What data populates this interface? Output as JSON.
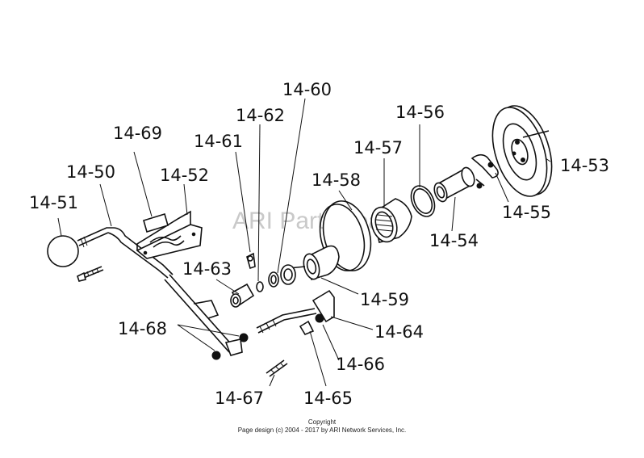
{
  "labels": {
    "p1453": "14-53",
    "p1454": "14-54",
    "p1455": "14-55",
    "p1456": "14-56",
    "p1457": "14-57",
    "p1458": "14-58",
    "p1459": "14-59",
    "p1460": "14-60",
    "p1461": "14-61",
    "p1462": "14-62",
    "p1463": "14-63",
    "p1464": "14-64",
    "p1465": "14-65",
    "p1466": "14-66",
    "p1467": "14-67",
    "p1468": "14-68",
    "p1469": "14-69",
    "p1450": "14-50",
    "p1451": "14-51",
    "p1452": "14-52"
  },
  "watermark": "ARI PartStream",
  "footer": {
    "copyright": "Copyright",
    "design": "Page design (c) 2004 - 2017 by ARI Network Services, Inc."
  }
}
